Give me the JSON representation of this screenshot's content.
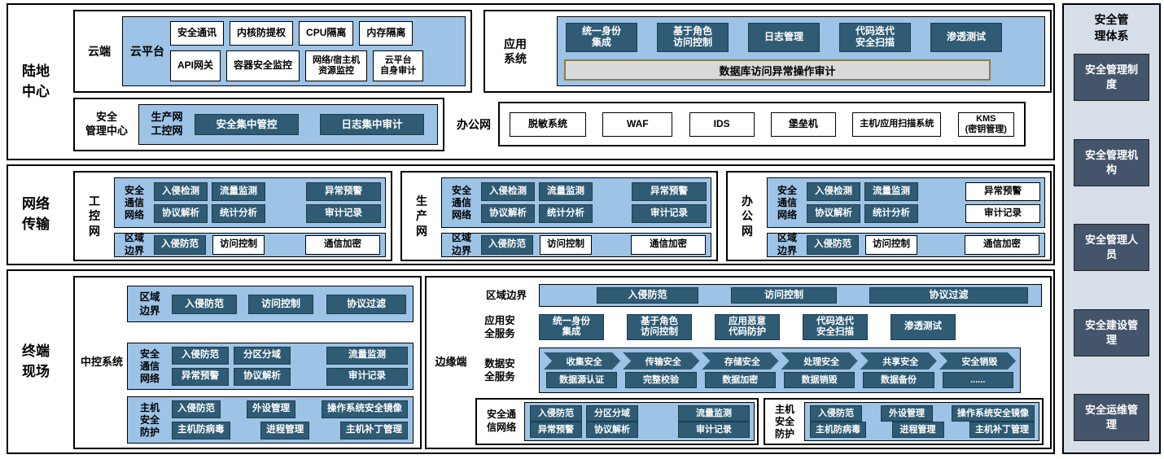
{
  "colors": {
    "panel_blue": "#9DC3E6",
    "dark_btn": "#2F5B74",
    "sidebar_bg": "#D6DEEA",
    "sidebar_box": "#44546A",
    "gray_bar": "#D9D9D9",
    "bar_border": "#8A7D4A"
  },
  "bands": {
    "land": {
      "label": "陆地\n中心",
      "cloud": {
        "label": "云端",
        "platform": {
          "label": "云平台",
          "row1": [
            {
              "t": "安全通讯"
            },
            {
              "t": "内核防提权"
            },
            {
              "t": "CPU隔离"
            },
            {
              "t": "内存隔离"
            }
          ],
          "row2": [
            {
              "t": "API网关"
            },
            {
              "t": "容器安全监控"
            },
            {
              "t": "网络/宿主机\n资源监控",
              "cls": "sm"
            },
            {
              "t": "云平台\n自身审计",
              "cls": "sm"
            }
          ]
        }
      },
      "app": {
        "label": "应用\n系统",
        "buttons": [
          {
            "t": "统一身份\n集成"
          },
          {
            "t": "基于角色\n访问控制"
          },
          {
            "t": "日志管理"
          },
          {
            "t": "代码迭代\n安全扫描"
          },
          {
            "t": "渗透测试"
          }
        ],
        "audit_bar": "数据库访问异常操作审计"
      },
      "smc": {
        "label": "安全\n管理中心",
        "prod_label": "生产网\n工控网",
        "prod_buttons": [
          {
            "t": "安全集中管控"
          },
          {
            "t": "日志集中审计"
          }
        ],
        "office_label": "办公网",
        "office_boxes": [
          {
            "t": "脱敏系统"
          },
          {
            "t": "WAF"
          },
          {
            "t": "IDS"
          },
          {
            "t": "堡垒机"
          },
          {
            "t": "主机/应用扫描系统",
            "cls": "sm"
          },
          {
            "t": "KMS\n(密钥管理)",
            "cls": "sm"
          }
        ]
      }
    },
    "network": {
      "label": "网络\n传输",
      "comm_label": "安全\n通信\n网络",
      "boundary_label": "区域\n边界",
      "sections": [
        {
          "name": "工\n控\n网",
          "comm_row1": [
            {
              "t": "入侵检测"
            },
            {
              "t": "流量监测"
            },
            {
              "t": "异常预警"
            }
          ],
          "comm_row2": [
            {
              "t": "协议解析"
            },
            {
              "t": "统计分析"
            },
            {
              "t": "审计记录"
            }
          ],
          "boundary": [
            {
              "t": "入侵防范"
            },
            {
              "t": "访问控制",
              "light": true
            },
            {
              "t": "通信加密",
              "light": true
            }
          ]
        },
        {
          "name": "生\n产\n网",
          "comm_row1": [
            {
              "t": "入侵检测"
            },
            {
              "t": "流量监测"
            },
            {
              "t": "异常预警"
            }
          ],
          "comm_row2": [
            {
              "t": "协议解析"
            },
            {
              "t": "统计分析"
            },
            {
              "t": "审计记录"
            }
          ],
          "boundary": [
            {
              "t": "入侵防范"
            },
            {
              "t": "访问控制",
              "light": true
            },
            {
              "t": "通信加密",
              "light": true
            }
          ]
        },
        {
          "name": "办\n公\n网",
          "comm_row1": [
            {
              "t": "入侵检测"
            },
            {
              "t": "流量监测"
            },
            {
              "t": "异常预警",
              "light": true
            }
          ],
          "comm_row2": [
            {
              "t": "协议解析"
            },
            {
              "t": "统计分析"
            },
            {
              "t": "审计记录",
              "light": true
            }
          ],
          "boundary": [
            {
              "t": "入侵防范"
            },
            {
              "t": "访问控制",
              "light": true
            },
            {
              "t": "通信加密",
              "light": true
            }
          ]
        }
      ]
    },
    "terminal": {
      "label": "终端\n现场",
      "central": {
        "label": "中控系统",
        "boundary_label": "区域\n边界",
        "boundary": [
          {
            "t": "入侵防范"
          },
          {
            "t": "访问控制"
          },
          {
            "t": "协议过滤"
          }
        ],
        "comm_label": "安全\n通信\n网络",
        "comm_row1": [
          {
            "t": "入侵防范"
          },
          {
            "t": "分区分域"
          },
          {
            "t": "流量监测"
          }
        ],
        "comm_row2": [
          {
            "t": "异常预警"
          },
          {
            "t": "协议解析"
          },
          {
            "t": "审计记录"
          }
        ],
        "host_label": "主机\n安全\n防护",
        "host_row1": [
          {
            "t": "入侵防范"
          },
          {
            "t": "外设管理"
          },
          {
            "t": "操作系统安全镜像"
          }
        ],
        "host_row2": [
          {
            "t": "主机防病毒"
          },
          {
            "t": "进程管理"
          },
          {
            "t": "主机补丁管理"
          }
        ]
      },
      "edge": {
        "label": "边缘端",
        "boundary_label": "区域边界",
        "boundary": [
          {
            "t": "入侵防范"
          },
          {
            "t": "访问控制"
          },
          {
            "t": "协议过滤"
          }
        ],
        "app_label": "应用安\n全服务",
        "app_buttons": [
          {
            "t": "统一身份\n集成"
          },
          {
            "t": "基于角色\n访问控制"
          },
          {
            "t": "应用恶意\n代码防护"
          },
          {
            "t": "代码迭代\n安全扫描"
          },
          {
            "t": "渗透测试"
          }
        ],
        "data_label": "数据安\n全服务",
        "data_flow": [
          {
            "t": "收集安全"
          },
          {
            "t": "传输安全"
          },
          {
            "t": "存储安全"
          },
          {
            "t": "处理安全"
          },
          {
            "t": "共享安全"
          },
          {
            "t": "安全销毁"
          }
        ],
        "data_buttons": [
          {
            "t": "数据源认证"
          },
          {
            "t": "完整校验"
          },
          {
            "t": "数据加密"
          },
          {
            "t": "数据销毁"
          },
          {
            "t": "数据备份"
          },
          {
            "t": "......"
          }
        ],
        "comm_label": "安全通\n信网络",
        "comm_row1": [
          {
            "t": "入侵防范"
          },
          {
            "t": "分区分域"
          },
          {
            "t": "流量监测"
          }
        ],
        "comm_row2": [
          {
            "t": "异常预警"
          },
          {
            "t": "协议解析"
          },
          {
            "t": "审计记录"
          }
        ],
        "host_label": "主机\n安全\n防护",
        "host_row1": [
          {
            "t": "入侵防范"
          },
          {
            "t": "外设管理"
          },
          {
            "t": "操作系统安全镜像"
          }
        ],
        "host_row2": [
          {
            "t": "主机防病毒"
          },
          {
            "t": "进程管理"
          },
          {
            "t": "主机补丁管理"
          }
        ]
      }
    }
  },
  "sidebar": {
    "title": "安全管\n理体系",
    "items": [
      "安全管理制度",
      "安全管理机构",
      "安全管理人员",
      "安全建设管理",
      "安全运维管理"
    ]
  }
}
